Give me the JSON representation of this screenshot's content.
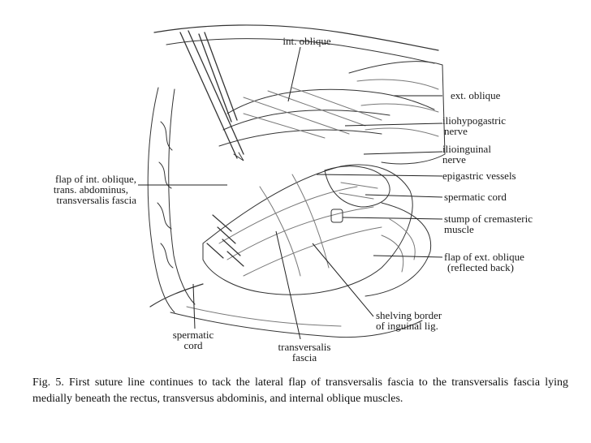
{
  "labels": {
    "int_oblique": "int. oblique",
    "ext_oblique": "ext. oblique",
    "iliohypogastric": [
      "iliohypogastric",
      "nerve"
    ],
    "ilioinguinal": [
      "ilioinguinal",
      "nerve"
    ],
    "epigastric": "epigastric vessels",
    "spermatic_cord_right": "spermatic cord",
    "stump": [
      "stump of cremasteric",
      "muscle"
    ],
    "flap_ext": [
      "flap of ext. oblique",
      "(reflected back)"
    ],
    "flap_int": [
      "flap of int. oblique,",
      "trans. abdominus,",
      "transversalis fascia"
    ],
    "shelving": [
      "shelving border",
      "of inguinal lig."
    ],
    "spermatic_cord_bottom": [
      "spermatic",
      "cord"
    ],
    "transversalis": [
      "transversalis",
      "fascia"
    ]
  },
  "caption": "Fig. 5. First suture line continues to tack the lateral flap of transversalis fascia to the transversalis fascia lying medially beneath the rectus, transversus abdominis, and internal oblique muscles."
}
